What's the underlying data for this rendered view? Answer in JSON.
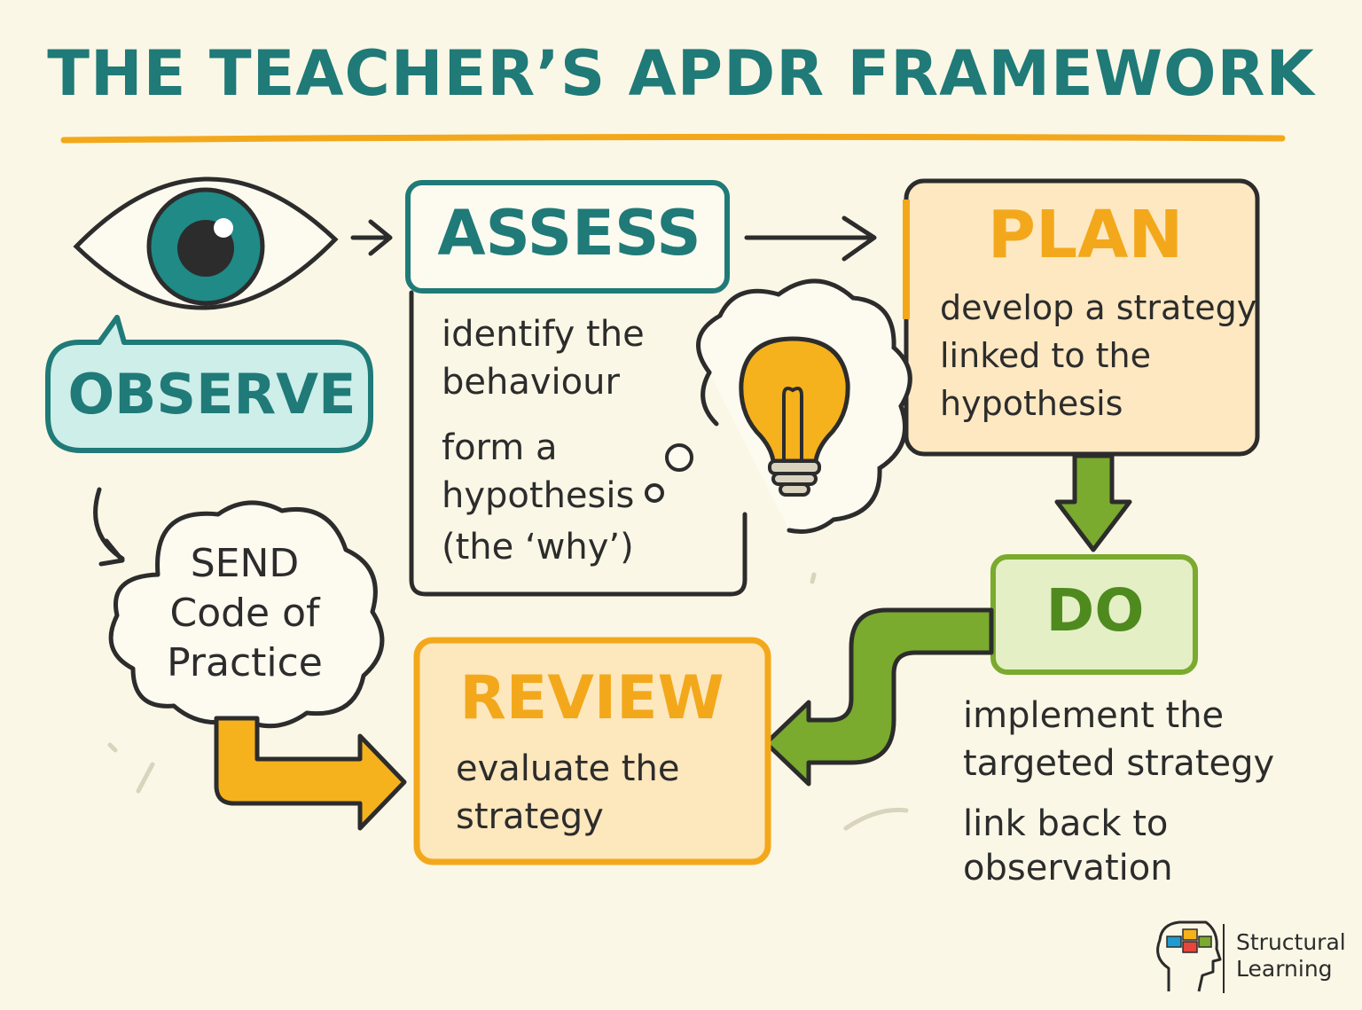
{
  "title": "THE TEACHER’S APDR FRAMEWORK",
  "observe": {
    "label": "OBSERVE"
  },
  "assess": {
    "label": "ASSESS",
    "point1_line1": "identify the",
    "point1_line2": "behaviour",
    "point2_line1": "form a",
    "point2_line2": "hypothesis",
    "point2_line3": "(the ‘why’)"
  },
  "plan": {
    "label": "PLAN",
    "line1": "develop a strategy",
    "line2": "linked to the",
    "line3": "hypothesis"
  },
  "do": {
    "label": "DO",
    "line1": "implement the",
    "line2": "targeted strategy",
    "line3": "link back to",
    "line4": "observation"
  },
  "review": {
    "label": "REVIEW",
    "line1": "evaluate the",
    "line2": "strategy"
  },
  "send": {
    "line1": "SEND",
    "line2": "Code of",
    "line3": "Practice"
  },
  "brand": {
    "line1": "Structural",
    "line2": "Learning"
  },
  "colors": {
    "teal": "#1f7a78",
    "orange": "#f3a81b",
    "green": "#7aaa2e",
    "outline": "#2c2c2c",
    "background": "#fbf7e6"
  },
  "icons": [
    "eye-icon",
    "lightbulb-icon",
    "brain-head-logo-icon"
  ]
}
